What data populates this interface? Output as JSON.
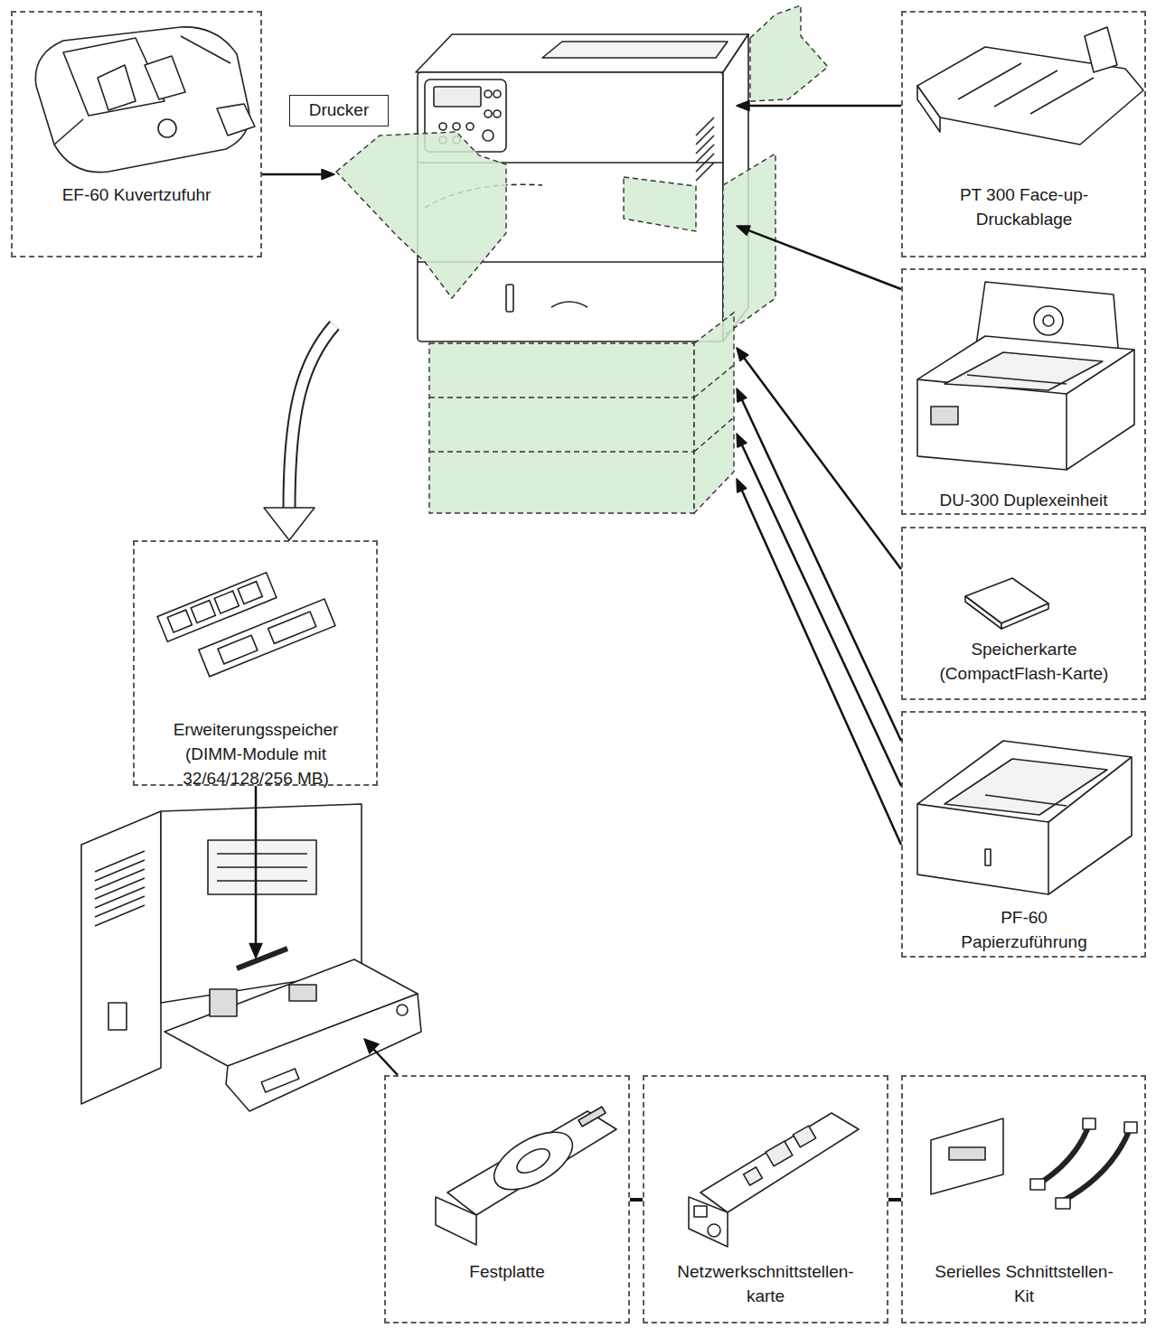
{
  "diagram": {
    "nodes": [
      {
        "text": [
          "EF-60 Kuvertzufuhr"
        ]
      },
      {
        "text": [
          "Drucker"
        ]
      },
      {
        "text": [
          "PT 300 Face-up- Druckablage"
        ]
      },
      {
        "text": [
          "DU-300 Duplexeinheit"
        ]
      },
      {
        "text": [
          "Speicherkarte (CompactFlash-Karte)"
        ]
      },
      {
        "text": [
          "PF-60 Papierzuführung"
        ]
      },
      {
        "text": [
          "Erweiterungsspeicher (DIMM-Module mit 32/64/128/256 MB)"
        ]
      },
      {
        "text": [
          "Festplatte"
        ]
      },
      {
        "text": [
          "Netzwerkschnittstellen- karte"
        ]
      },
      {
        "text": [
          "Serielles Schnittstellen- Kit"
        ]
      }
    ],
    "edges": [
      {
        "from": 0,
        "to": 1,
        "arrow": "to"
      },
      {
        "from": 2,
        "to": 1,
        "arrow": "to"
      },
      {
        "from": 3,
        "to": 1,
        "arrow": "to"
      },
      {
        "from": 4,
        "to": 1,
        "arrow": "to"
      },
      {
        "from": 5,
        "to": 1,
        "arrow": "to"
      },
      {
        "from": 5,
        "to": 1,
        "arrow": "to"
      },
      {
        "from": 5,
        "to": 1,
        "arrow": "to"
      },
      {
        "from": 1,
        "to": 6,
        "arrow": "to"
      }
    ]
  }
}
